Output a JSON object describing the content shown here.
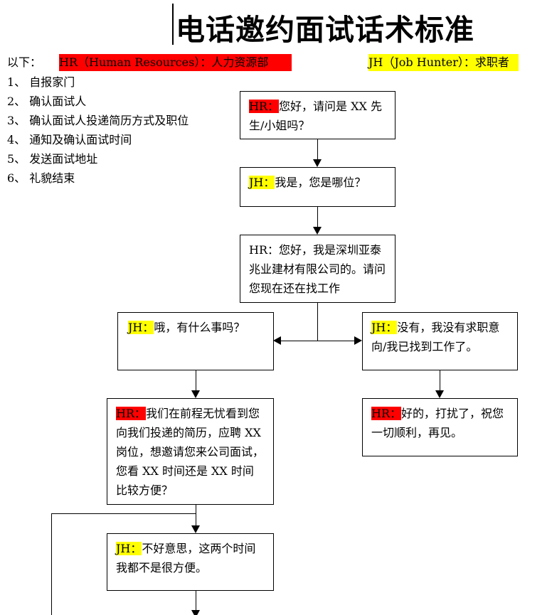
{
  "title": "电话邀约面试话术标准",
  "legend": {
    "prefix": "以下：",
    "hr": "HR（Human Resources）：人力资源部",
    "jh": "JH（Job Hunter）：求职者",
    "hr_color": "#ff0000",
    "jh_color": "#ffff00"
  },
  "steps": [
    "1、 自报家门",
    "2、 确认面试人",
    "3、 确认面试人投递简历方式及职位",
    "4、 通知及确认面试时间",
    "5、 发送面试地址",
    "6、 礼貌结束"
  ],
  "flow": {
    "b1": {
      "speaker": "HR：",
      "text": "您好，请问是 XX 先生/小姐吗？"
    },
    "b2": {
      "speaker": "JH：",
      "text": "我是，您是哪位？"
    },
    "b3": {
      "speaker": "HR：",
      "text": "您好，我是深圳亚泰兆业建材有限公司的。请问您现在还在找工作"
    },
    "b4": {
      "speaker": "JH：",
      "text": "哦，有什么事吗？"
    },
    "b5": {
      "speaker": "JH：",
      "text": "没有，我没有求职意向/我已找到工作了。"
    },
    "b6": {
      "speaker": "HR：",
      "text": "我们在前程无忧看到您向我们投递的简历，应聘 XX 岗位，想邀请您来公司面试，您看 XX 时间还是 XX 时间比较方便？"
    },
    "b7": {
      "speaker": "HR：",
      "text": "好的，打扰了，祝您一切顺利，再见。"
    },
    "b8": {
      "speaker": "JH：",
      "text": "不好意思，这两个时间我都不是很方便。"
    }
  }
}
